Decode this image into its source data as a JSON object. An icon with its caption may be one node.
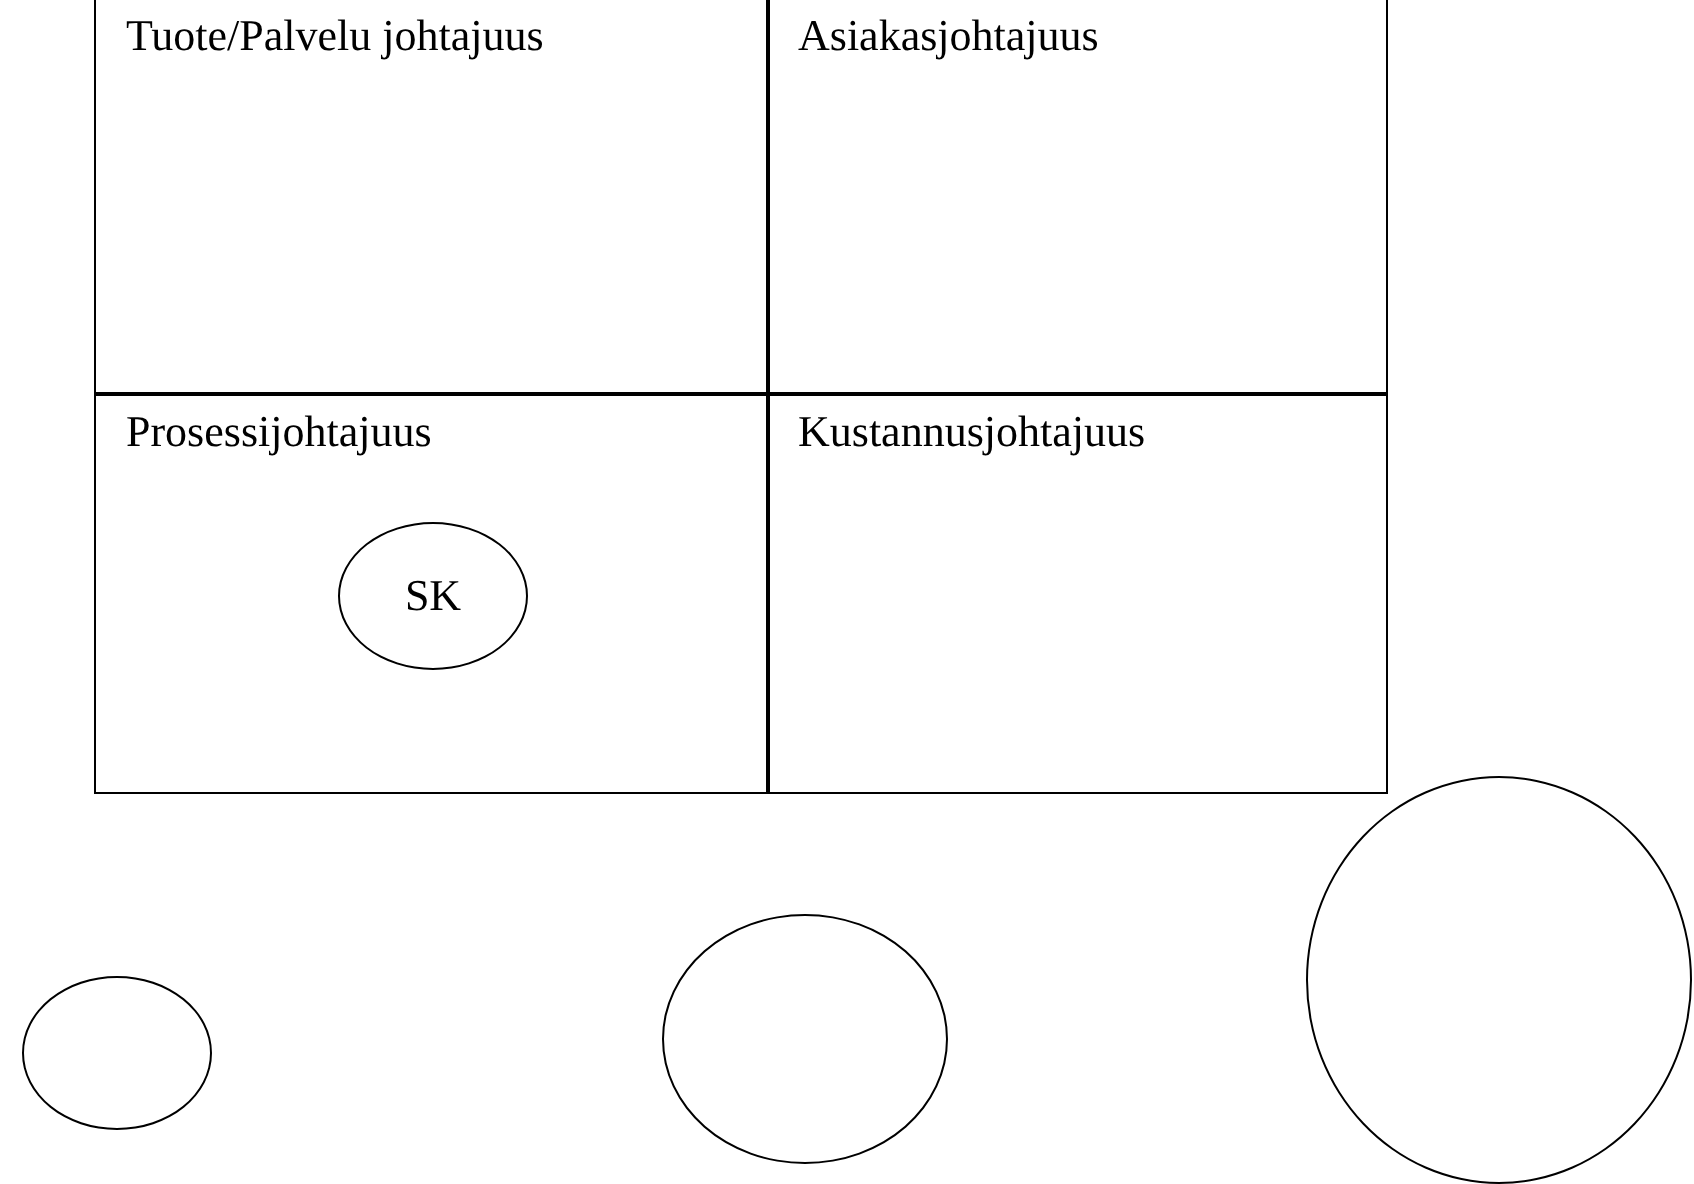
{
  "diagram": {
    "nodes": [
      {
        "text": [
          "Tuote/Palvelu johtajuus"
        ]
      },
      {
        "text": [
          "Asiakasjohtajuus"
        ]
      },
      {
        "text": [
          "Prosessijohtajuus"
        ]
      },
      {
        "text": [
          "Kustannusjohtajuus"
        ]
      },
      {
        "text": [
          "SK"
        ],
        "in": 2
      },
      {
        "text": [],
        "shape": "circle"
      },
      {
        "text": [],
        "shape": "circle"
      },
      {
        "text": [],
        "shape": "circle"
      }
    ]
  }
}
